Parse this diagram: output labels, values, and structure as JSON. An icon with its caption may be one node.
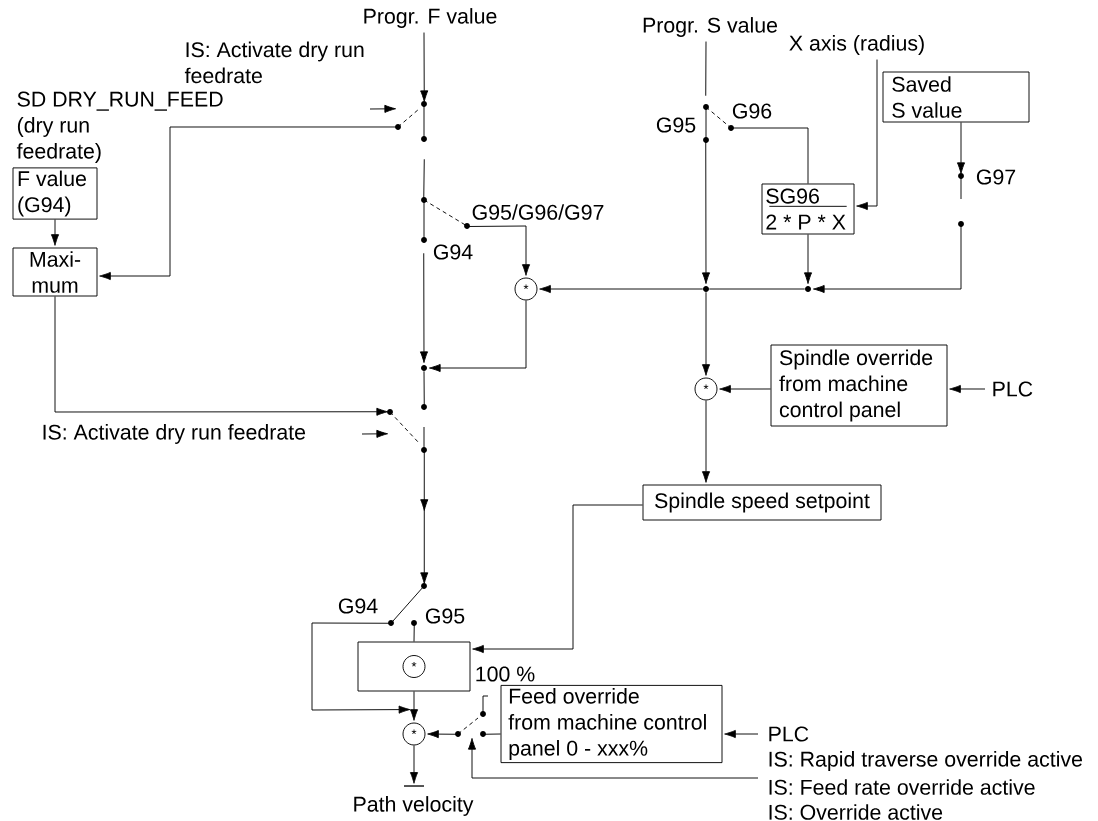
{
  "diagram": {
    "nodes": [
      {
        "text": [
          "Progr. F value"
        ]
      },
      {
        "text": [],
        "shape": "switch"
      },
      {
        "text": [
          "F value (G94)"
        ]
      },
      {
        "text": [
          "Maxi- mum"
        ]
      },
      {
        "text": [],
        "shape": "switch",
        "beside": [
          "G95/G96/G97",
          "G94"
        ]
      },
      {
        "text": [
          "*"
        ]
      },
      {
        "text": [],
        "shape": "dot"
      },
      {
        "text": [],
        "shape": "switch"
      },
      {
        "text": [],
        "shape": "switch",
        "beside": [
          "G94",
          "G95"
        ]
      },
      {
        "text": [],
        "shape": "box"
      },
      {
        "text": [
          "*"
        ],
        "in": 9
      },
      {
        "text": [
          "*"
        ]
      },
      {
        "text": [
          "Path velocity"
        ]
      },
      {
        "text": [],
        "shape": "switch"
      },
      {
        "text": [
          "Feed override from machine control panel 0 - xxx%"
        ]
      },
      {
        "text": [
          "PLC"
        ]
      },
      {
        "text": [
          "Progr. S value"
        ]
      },
      {
        "text": [],
        "shape": "switch",
        "beside": [
          "G95",
          "G96"
        ]
      },
      {
        "text": [
          "X axis (radius)"
        ]
      },
      {
        "text": [
          "SG96",
          "2 * P * X"
        ]
      },
      {
        "text": [
          "Saved S value"
        ]
      },
      {
        "text": [],
        "shape": "switch",
        "beside": [
          "G97"
        ]
      },
      {
        "text": [],
        "shape": "dot"
      },
      {
        "text": [],
        "shape": "dot"
      },
      {
        "text": [
          "*"
        ]
      },
      {
        "text": [
          "Spindle override from machine control panel"
        ]
      },
      {
        "text": [
          "PLC"
        ]
      },
      {
        "text": [
          "Spindle speed setpoint"
        ]
      }
    ],
    "edges": [
      {
        "from": 0,
        "to": 1,
        "arrow": "to"
      },
      {
        "from": null,
        "to": 1,
        "arrow": "to"
      },
      {
        "from": 1,
        "to": 3,
        "arrow": "to"
      },
      {
        "from": 2,
        "to": 3,
        "arrow": "to"
      },
      {
        "from": 1,
        "to": 4,
        "arrow": "none"
      },
      {
        "from": 4,
        "to": 5,
        "arrow": "to"
      },
      {
        "from": 4,
        "to": 6,
        "arrow": "to"
      },
      {
        "from": 5,
        "to": 6,
        "arrow": "to"
      },
      {
        "from": 6,
        "to": 7,
        "arrow": "none"
      },
      {
        "from": 3,
        "to": 7,
        "arrow": "to"
      },
      {
        "from": null,
        "to": 7,
        "arrow": "to"
      },
      {
        "from": 7,
        "to": 8,
        "arrow": "to"
      },
      {
        "from": 8,
        "to": 11,
        "arrow": "to"
      },
      {
        "from": 8,
        "to": 9,
        "arrow": "none"
      },
      {
        "from": 27,
        "to": 9,
        "arrow": "to"
      },
      {
        "from": 9,
        "to": 11,
        "arrow": "to"
      },
      {
        "from": 13,
        "to": 11,
        "arrow": "to"
      },
      {
        "from": 14,
        "to": 13,
        "arrow": "none"
      },
      {
        "from": 15,
        "to": 14,
        "arrow": "to"
      },
      {
        "from": null,
        "to": 13,
        "arrow": "to"
      },
      {
        "from": 11,
        "to": 12,
        "arrow": "to"
      },
      {
        "from": 16,
        "to": 17,
        "arrow": "none"
      },
      {
        "from": 17,
        "to": 23,
        "arrow": "to"
      },
      {
        "from": 17,
        "to": 19,
        "arrow": "none"
      },
      {
        "from": 18,
        "to": 19,
        "arrow": "to"
      },
      {
        "from": 20,
        "to": 21,
        "arrow": "to"
      },
      {
        "from": 21,
        "to": 22,
        "arrow": "to"
      },
      {
        "from": 19,
        "to": 22,
        "arrow": "to"
      },
      {
        "from": 22,
        "to": 23,
        "arrow": "none"
      },
      {
        "from": 23,
        "to": 5,
        "arrow": "to"
      },
      {
        "from": 23,
        "to": 24,
        "arrow": "to"
      },
      {
        "from": 25,
        "to": 24,
        "arrow": "to"
      },
      {
        "from": 26,
        "to": 25,
        "arrow": "to"
      },
      {
        "from": 24,
        "to": 27,
        "arrow": "to"
      }
    ],
    "labels": [
      "IS: Activate dry run feedrate",
      "SD DRY_RUN_FEED (dry run feedrate)",
      "IS: Activate dry run feedrate",
      "100 %",
      "IS: Rapid traverse override active",
      "IS: Feed rate override active",
      "IS: Override active"
    ]
  }
}
